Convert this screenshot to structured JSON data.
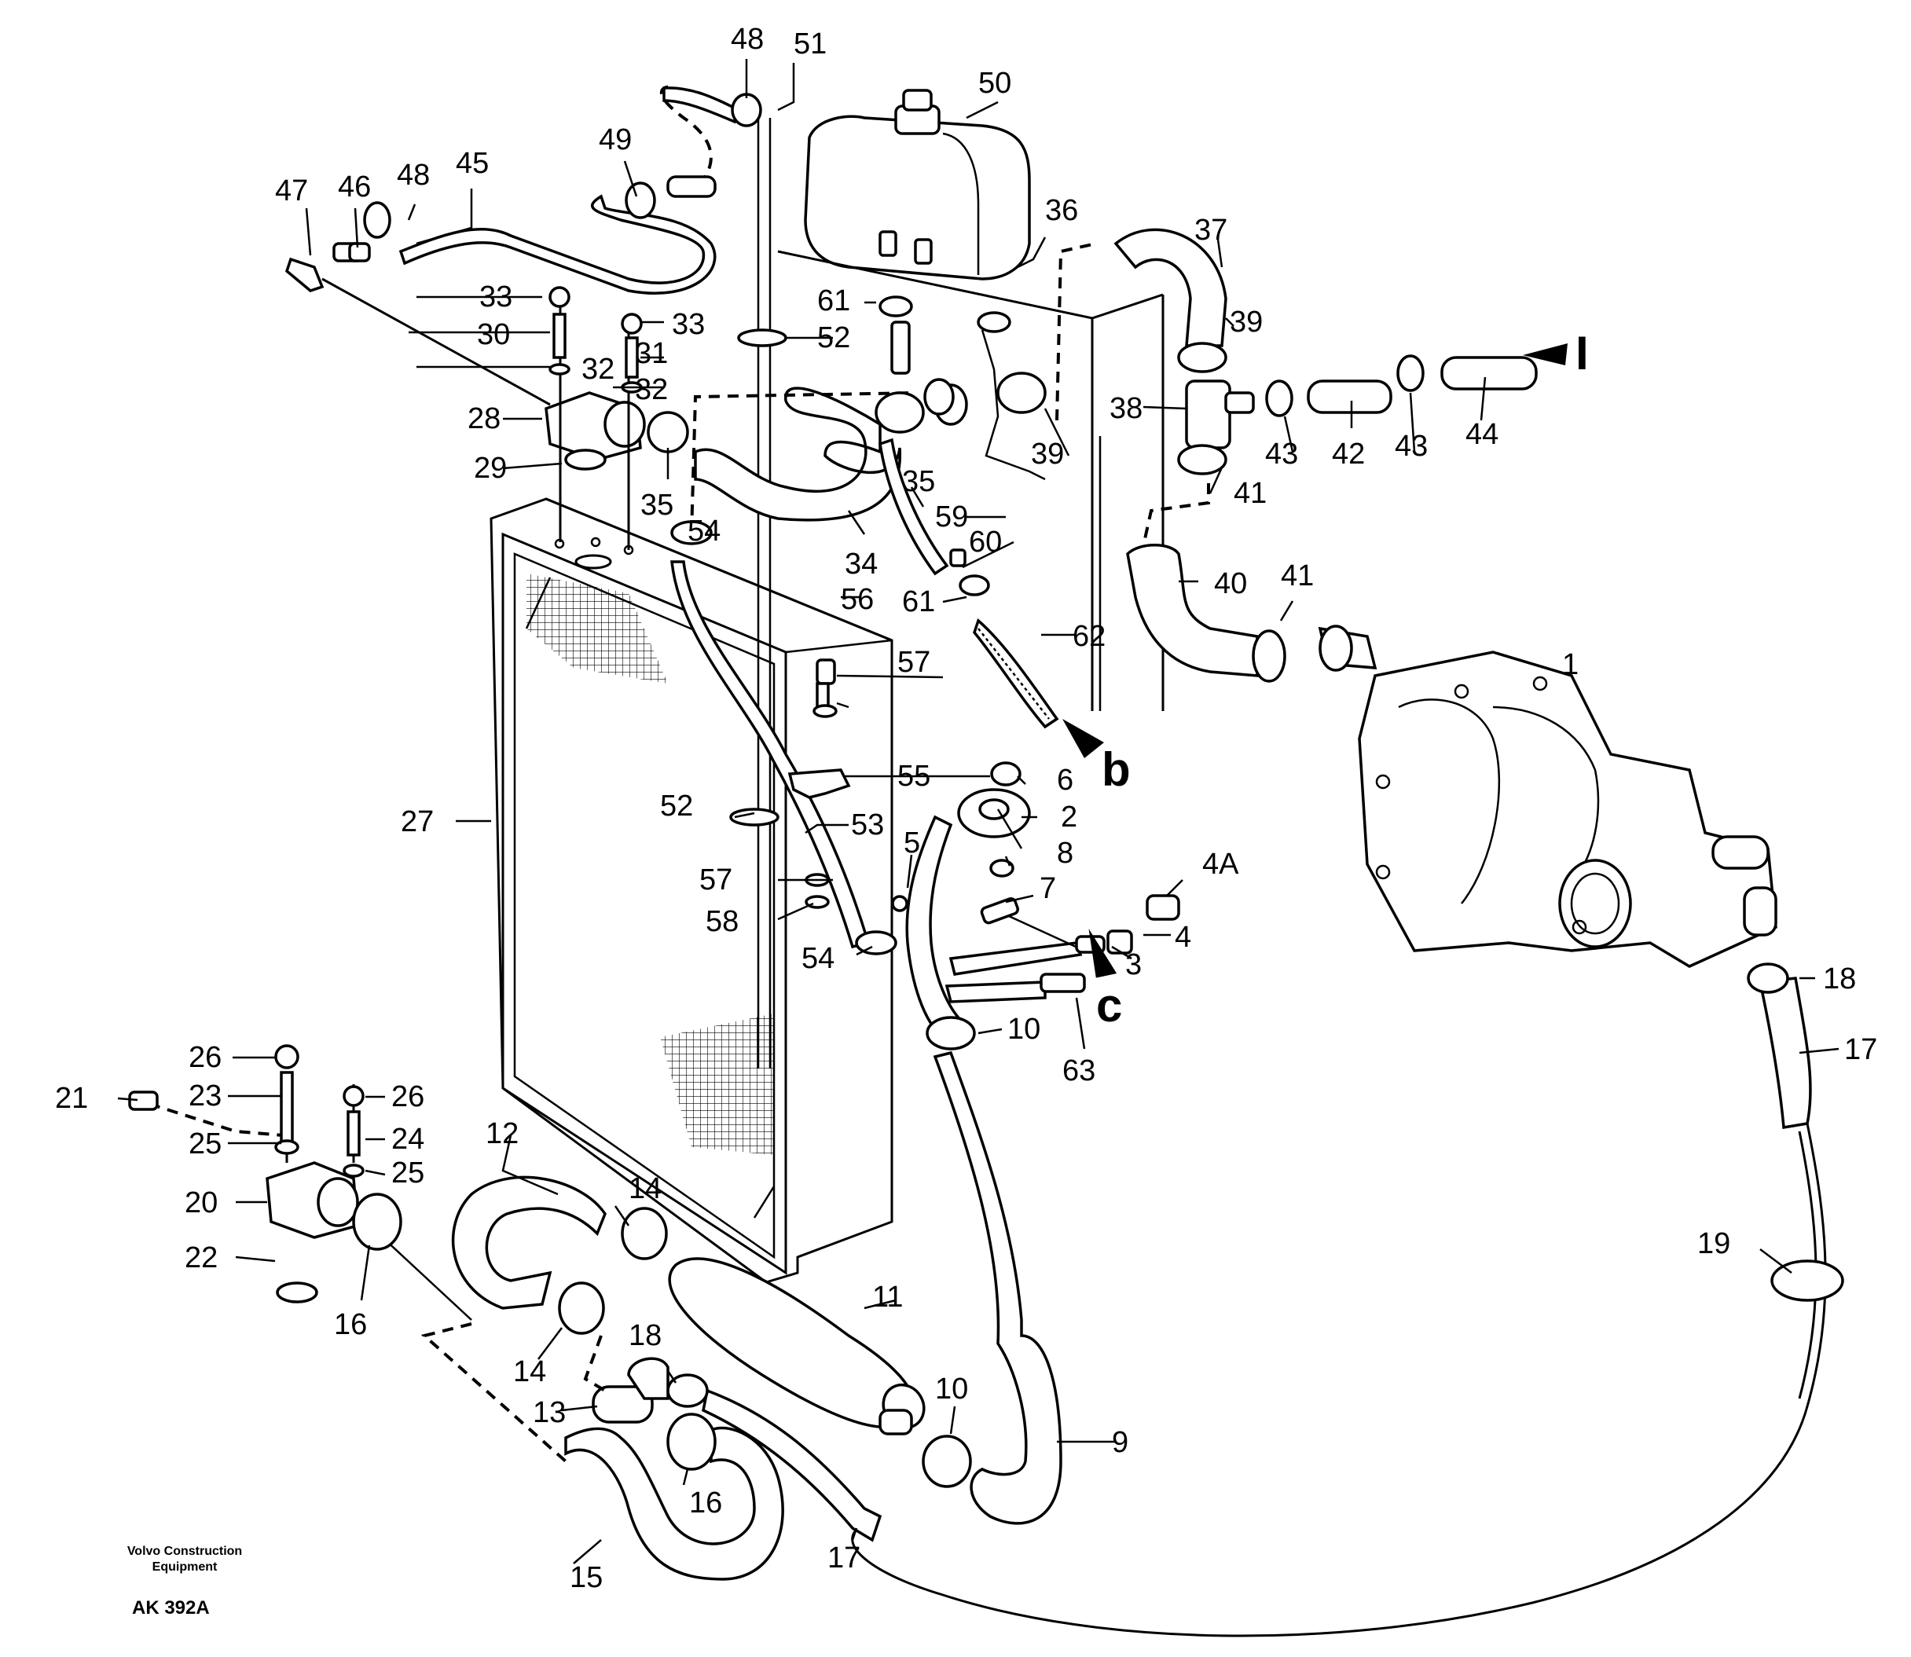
{
  "footer": {
    "brand_line1": "Volvo Construction",
    "brand_line2": "Equipment",
    "figure_code": "AK 392A"
  },
  "view_labels": [
    "b",
    "c",
    "I"
  ],
  "part_labels": [
    "1",
    "2",
    "3",
    "4",
    "4A",
    "5",
    "6",
    "7",
    "8",
    "9",
    "10",
    "10",
    "11",
    "12",
    "13",
    "14",
    "14",
    "15",
    "16",
    "16",
    "17",
    "17",
    "18",
    "18",
    "19",
    "20",
    "21",
    "22",
    "23",
    "24",
    "25",
    "25",
    "26",
    "26",
    "27",
    "28",
    "29",
    "30",
    "31",
    "32",
    "32",
    "33",
    "33",
    "34",
    "35",
    "35",
    "36",
    "37",
    "38",
    "39",
    "39",
    "40",
    "41",
    "41",
    "42",
    "43",
    "43",
    "44",
    "45",
    "46",
    "47",
    "48",
    "48",
    "49",
    "50",
    "51",
    "52",
    "52",
    "53",
    "54",
    "54",
    "55",
    "56",
    "57",
    "57",
    "58",
    "59",
    "60",
    "61",
    "61",
    "62",
    "63"
  ]
}
